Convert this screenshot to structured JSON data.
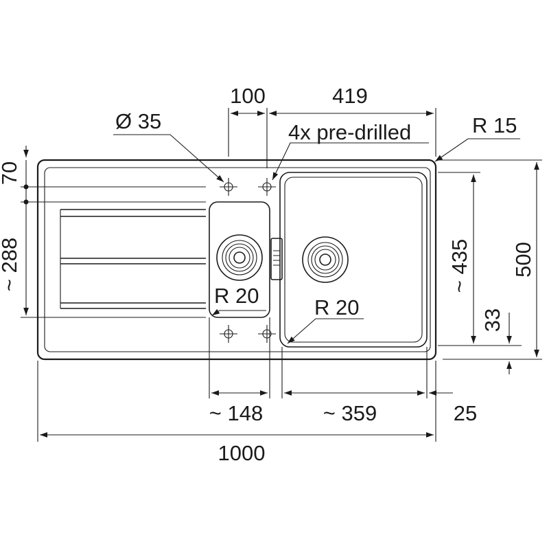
{
  "drawing": {
    "subject": "double-bowl kitchen sink with drainer, top view",
    "units": "mm",
    "line_color": "#1a1a1a",
    "background": "#ffffff"
  },
  "dimensions": {
    "top_hole_spacing": "100",
    "top_right_span": "419",
    "hole_diameter": "Ø 35",
    "predrilled_note": "4x pre-drilled",
    "corner_radius_outer": "R 15",
    "left_top_offset": "70",
    "left_drainer_height": "~ 288",
    "small_bowl_radius": "R 20",
    "large_bowl_radius": "R 20",
    "right_bowl_depth": "~ 435",
    "right_total_depth": "500",
    "right_bottom_offset": "33",
    "small_bowl_width": "~ 148",
    "large_bowl_width": "~ 359",
    "right_rim": "25",
    "overall_width": "1000"
  }
}
